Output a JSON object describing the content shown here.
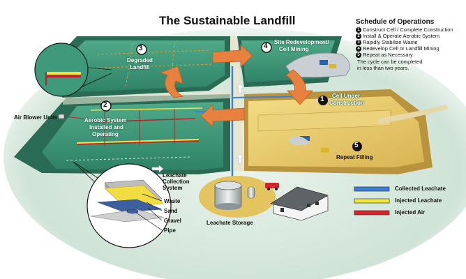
{
  "title": "The Sustainable Landfill",
  "schedule": {
    "heading": "Schedule of Operations",
    "items": [
      {
        "num": "1",
        "text": "Construct Cell / Complete Construction"
      },
      {
        "num": "2",
        "text": "Install & Operate Aerobic System"
      },
      {
        "num": "3",
        "text": "Rapidly Stabilize Waste"
      },
      {
        "num": "4",
        "text": "Redevelop Cell or Landfill Mining"
      },
      {
        "num": "5",
        "text": "Repeat as Necessary"
      }
    ],
    "note_line1": "The cycle can be completed",
    "note_line2": "in less than two years."
  },
  "cells": {
    "cell1_line1": "Cell Under",
    "cell1_line2": "Construction",
    "cell2_line1": "Aerobic System",
    "cell2_line2": "Installed and",
    "cell2_line3": "Operating",
    "cell3_line1": "Degraded",
    "cell3_line2": "Landfill",
    "cell4_line1": "Site Redevelopment/",
    "cell4_line2": "Cell Mining",
    "cell5_line1": "Repeat Filling"
  },
  "badges": {
    "b1": "1",
    "b2": "2",
    "b3": "3",
    "b4": "4",
    "b5": "5"
  },
  "labels": {
    "air_blower": "Air Blower Units",
    "leachate_line1": "Leachate",
    "leachate_line2": "Collection",
    "leachate_line3": "System",
    "storage": "Leachate Storage"
  },
  "cross_section": {
    "waste": "Waste",
    "sand": "Sand",
    "gravel": "Gravel",
    "pipe": "Pipe"
  },
  "legend": {
    "items": [
      {
        "label": "Collected Leachate",
        "color": "#3d7fd6"
      },
      {
        "label": "Injected Leachate",
        "color": "#f2ea3a"
      },
      {
        "label": "Injected Air",
        "color": "#d8232a"
      }
    ]
  },
  "colors": {
    "ground": "#cfe3d6",
    "cell_green": "#3f9a7c",
    "cell_dark": "#2a6b55",
    "cell_sand": "#e6c661",
    "arrow_orange": "#e8813f",
    "air_pipe": "#b9222a",
    "leachate_pipe": "#f1e04a"
  }
}
